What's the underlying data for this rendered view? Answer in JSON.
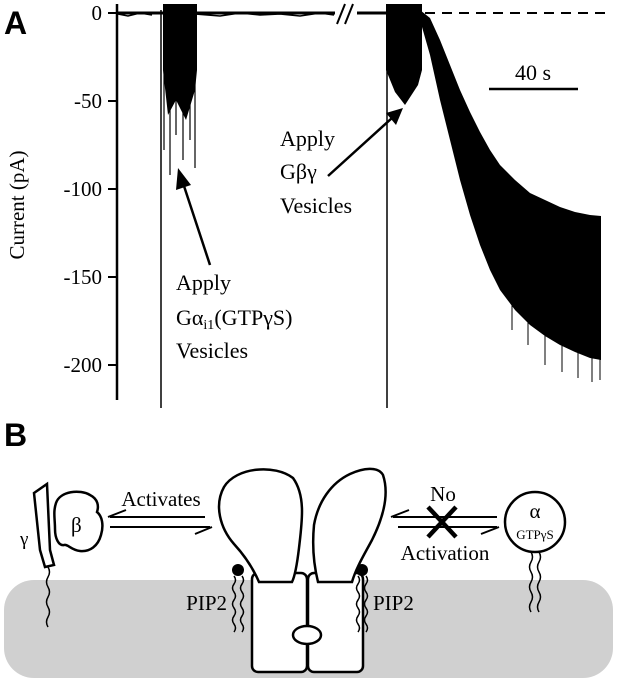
{
  "panel_a": {
    "letter": "A",
    "y_axis_label": "Current (pA)",
    "y_ticks": [
      "0",
      "-50",
      "-100",
      "-150",
      "-200"
    ],
    "scale_bar_label": "40 s",
    "annotation_galpha": {
      "line1": "Apply",
      "line2_main": "Gα",
      "line2_sub": "i1",
      "line2_rest": "(GTPγS)",
      "line3": "Vesicles"
    },
    "annotation_gbg": {
      "line1": "Apply",
      "line2": "Gβγ",
      "line3": "Vesicles"
    }
  },
  "panel_b": {
    "letter": "B",
    "gamma_label": "γ",
    "beta_label": "β",
    "activates_label": "Activates",
    "no_label": "No",
    "activation_label": "Activation",
    "alpha_label": "α",
    "alpha_sub_label": "GTPγS",
    "pip2_left": "PIP2",
    "pip2_right": "PIP2"
  },
  "chart_data": {
    "type": "line",
    "ylabel": "Current (pA)",
    "ylim": [
      -220,
      5
    ],
    "yticks": [
      0,
      -50,
      -100,
      -150,
      -200
    ],
    "scale_bar": "40 s",
    "series": [
      {
        "values": [
          0,
          0,
          0,
          0,
          -35,
          -85,
          -30,
          0,
          0,
          0,
          0,
          0,
          0,
          0,
          0,
          -30,
          -5,
          -35,
          -75,
          -105,
          -125,
          -135,
          -145,
          -150,
          -155,
          -155
        ]
      }
    ]
  }
}
